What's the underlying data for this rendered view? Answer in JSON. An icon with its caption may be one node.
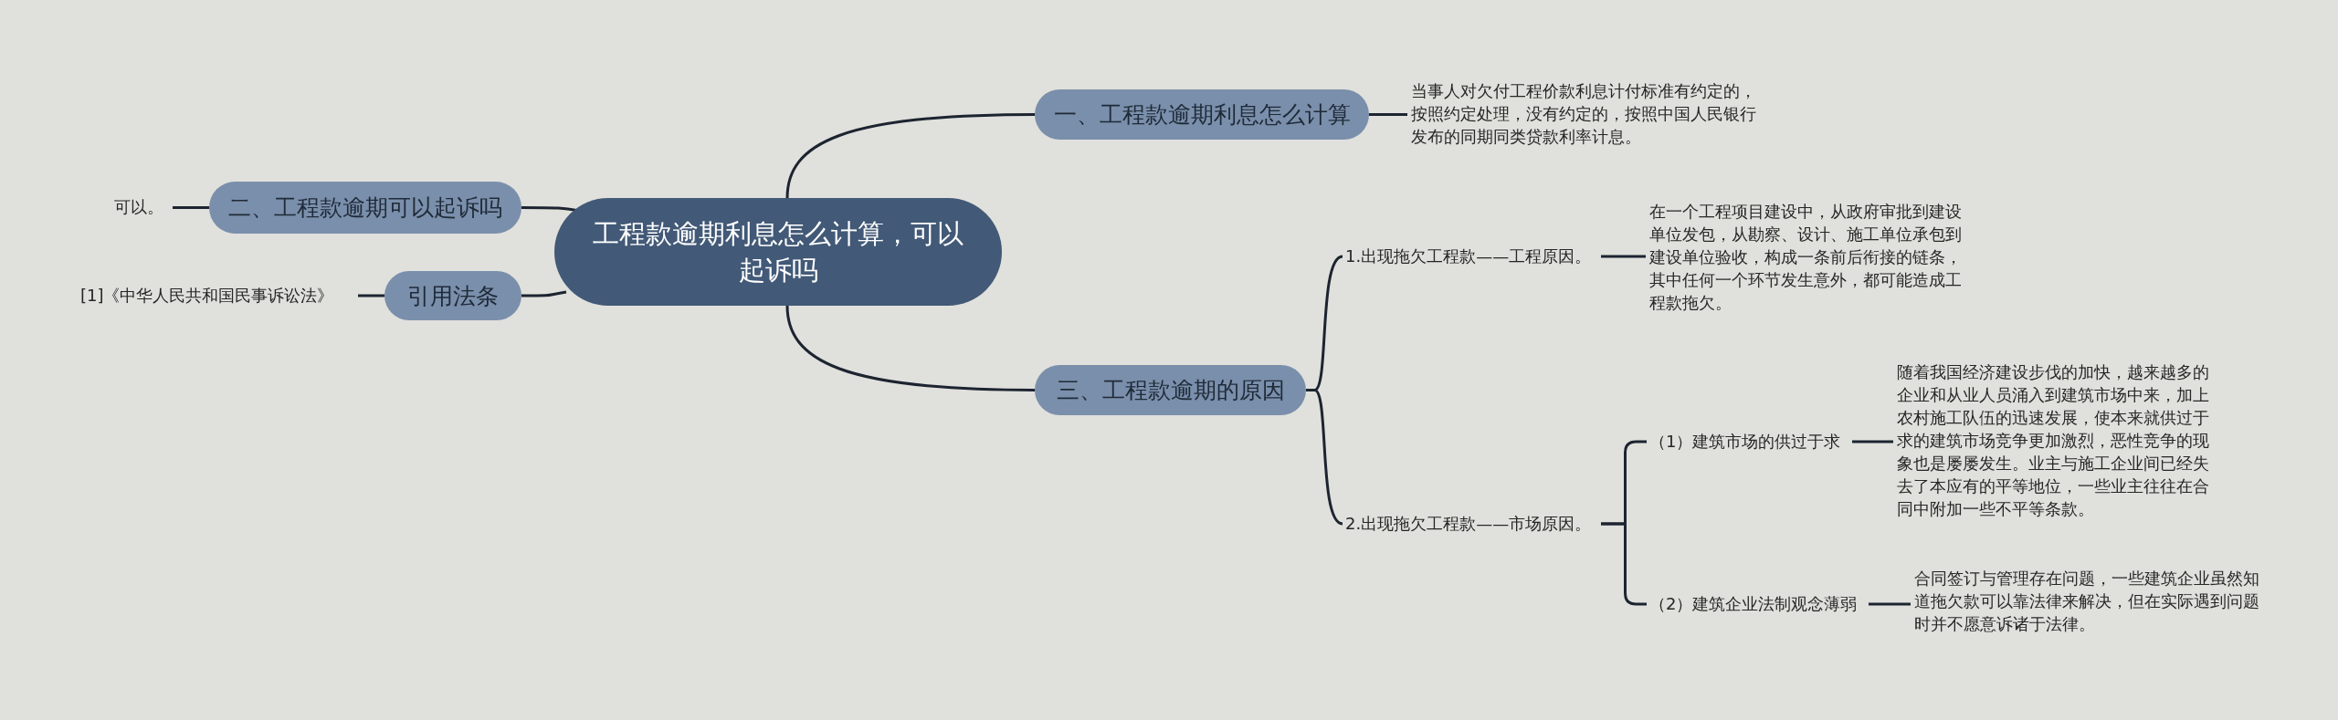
{
  "diagram": {
    "nodes": [
      {
        "text": [
          "工程款逾期利息怎么计算，可以起诉吗"
        ]
      },
      {
        "text": [
          "一、工程款逾期利息怎么计算"
        ]
      },
      {
        "text": [
          "当事人对欠付工程价款利息计付标准有约定的，按照约定处理，没有约定的，按照中国人民银行发布的同期同类贷款利率计息。"
        ]
      },
      {
        "text": [
          "二、工程款逾期可以起诉吗"
        ]
      },
      {
        "text": [
          "可以。"
        ]
      },
      {
        "text": [
          "引用法条"
        ]
      },
      {
        "text": [
          "[1]《中华人民共和国民事诉讼法》"
        ]
      },
      {
        "text": [
          "三、工程款逾期的原因"
        ]
      },
      {
        "text": [
          "1.出现拖欠工程款——工程原因。"
        ]
      },
      {
        "text": [
          "在一个工程项目建设中，从政府审批到建设单位发包，从勘察、设计、施工单位承包到建设单位验收，构成一条前后衔接的链条，其中任何一个环节发生意外，都可能造成工程款拖欠。"
        ]
      },
      {
        "text": [
          "2.出现拖欠工程款——市场原因。"
        ]
      },
      {
        "text": [
          "（1）建筑市场的供过于求"
        ]
      },
      {
        "text": [
          "随着我国经济建设步伐的加快，越来越多的企业和从业人员涌入到建筑市场中来，加上农村施工队伍的迅速发展，使本来就供过于求的建筑市场竞争更加激烈，恶性竞争的现象也是屡屡发生。业主与施工企业间已经失去了本应有的平等地位，一些业主往往在合同中附加一些不平等条款。"
        ]
      },
      {
        "text": [
          "（2）建筑企业法制观念薄弱"
        ]
      },
      {
        "text": [
          "合同签订与管理存在问题，一些建筑企业虽然知道拖欠款可以靠法律来解决，但在实际遇到问题时并不愿意诉诸于法律。"
        ]
      }
    ],
    "edges": [
      {
        "from": 0,
        "to": 1,
        "arrow": "none"
      },
      {
        "from": 1,
        "to": 2,
        "arrow": "none"
      },
      {
        "from": 0,
        "to": 3,
        "arrow": "none"
      },
      {
        "from": 3,
        "to": 4,
        "arrow": "none"
      },
      {
        "from": 0,
        "to": 5,
        "arrow": "none"
      },
      {
        "from": 5,
        "to": 6,
        "arrow": "none"
      },
      {
        "from": 0,
        "to": 7,
        "arrow": "none"
      },
      {
        "from": 7,
        "to": 8,
        "arrow": "none"
      },
      {
        "from": 8,
        "to": 9,
        "arrow": "none"
      },
      {
        "from": 7,
        "to": 10,
        "arrow": "none"
      },
      {
        "from": 10,
        "to": 11,
        "arrow": "none"
      },
      {
        "from": 11,
        "to": 12,
        "arrow": "none"
      },
      {
        "from": 10,
        "to": 13,
        "arrow": "none"
      },
      {
        "from": 13,
        "to": 14,
        "arrow": "none"
      }
    ]
  }
}
